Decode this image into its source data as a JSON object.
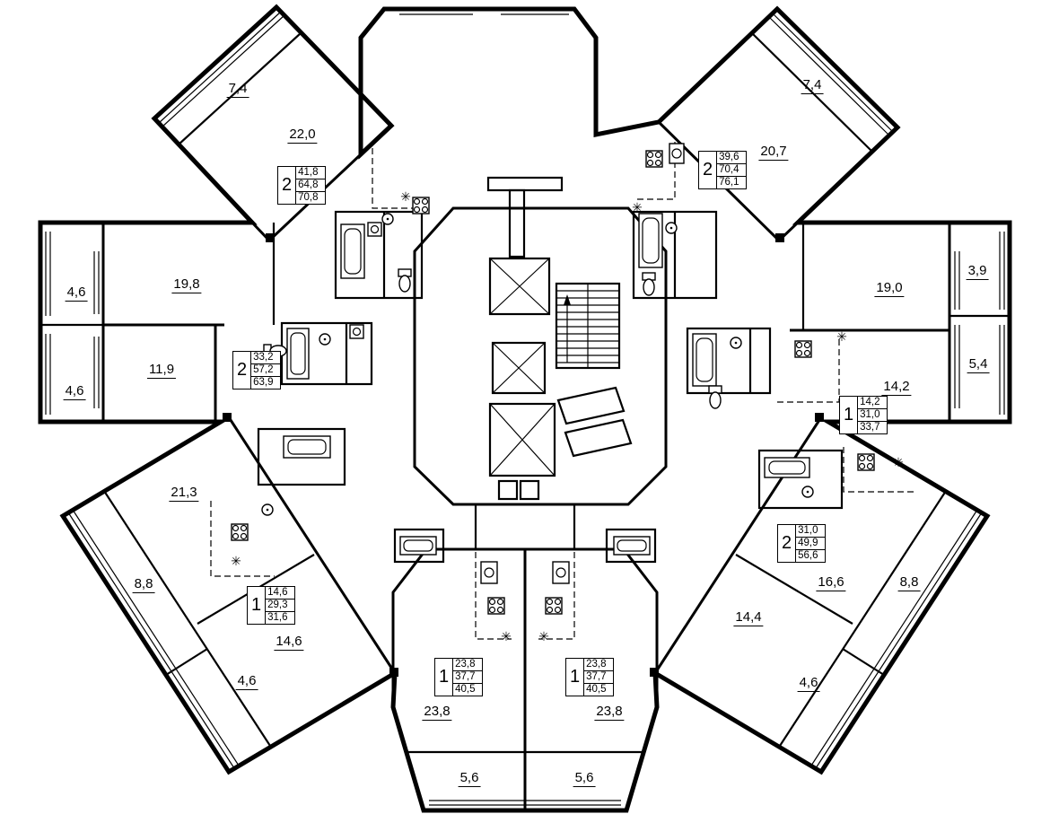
{
  "drawing": {
    "kind": "residential floor plan"
  },
  "apartments": [
    {
      "rooms": "2",
      "areas": [
        "41,8",
        "64,8",
        "70,8"
      ]
    },
    {
      "rooms": "2",
      "areas": [
        "39,6",
        "70,4",
        "76,1"
      ]
    },
    {
      "rooms": "2",
      "areas": [
        "33,2",
        "57,2",
        "63,9"
      ]
    },
    {
      "rooms": "1",
      "areas": [
        "14,2",
        "31,0",
        "33,7"
      ]
    },
    {
      "rooms": "1",
      "areas": [
        "14,6",
        "29,3",
        "31,6"
      ]
    },
    {
      "rooms": "1",
      "areas": [
        "23,8",
        "37,7",
        "40,5"
      ]
    },
    {
      "rooms": "1",
      "areas": [
        "23,8",
        "37,7",
        "40,5"
      ]
    },
    {
      "rooms": "2",
      "areas": [
        "31,0",
        "49,9",
        "56,6"
      ]
    }
  ],
  "room_areas": [
    "7,4",
    "22,0",
    "7,4",
    "20,7",
    "19,8",
    "4,6",
    "4,6",
    "11,9",
    "19,0",
    "3,9",
    "5,4",
    "14,2",
    "21,3",
    "8,8",
    "14,6",
    "4,6",
    "23,8",
    "23,8",
    "5,6",
    "5,6",
    "16,6",
    "8,8",
    "14,4",
    "4,6"
  ],
  "icons": {
    "vent": "✳"
  }
}
